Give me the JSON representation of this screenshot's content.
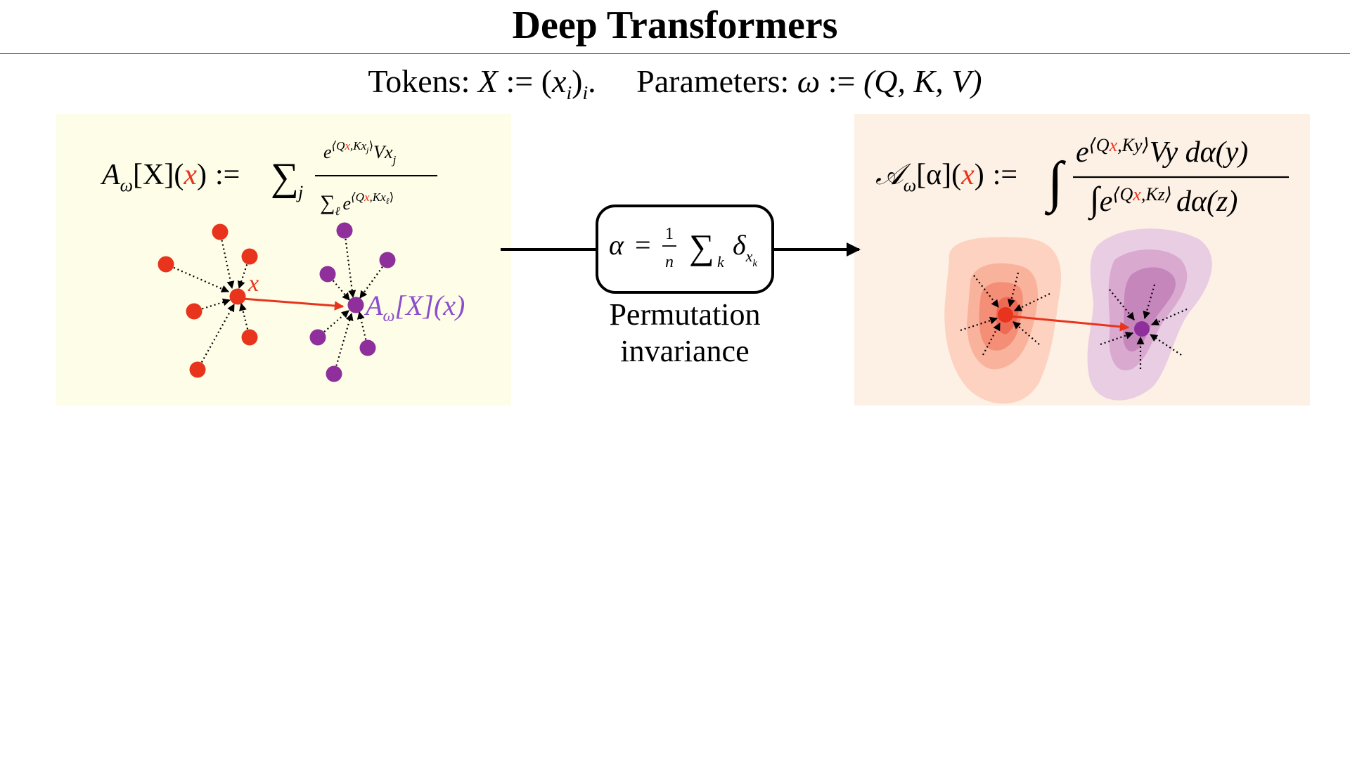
{
  "title": "Deep Transformers",
  "subtitle": {
    "tokens_label": "Tokens:",
    "tokens_X": "X",
    "assign": ":=",
    "tokens_open": "(",
    "tokens_x": "x",
    "tokens_sub_i": "i",
    "tokens_close": ")",
    "tokens_outer_i": "i",
    "tokens_end": ".",
    "params_label": "Parameters:",
    "params_omega": "ω",
    "params_assign": ":=",
    "params_tuple": "(Q, K, V)"
  },
  "left_formula": {
    "A": "A",
    "sub_omega": "ω",
    "bracket": "[X](",
    "x_red": "x",
    "close": ")",
    "assign": ":=",
    "sum": "∑",
    "sum_index": "j",
    "num_e": "e",
    "num_open": "⟨Q",
    "num_x": "x",
    "num_mid": ",Kx",
    "num_sub_j": "j",
    "num_close": "⟩",
    "num_V": "Vx",
    "num_V_sub": "j",
    "den_sum": "∑",
    "den_index": "ℓ",
    "den_e": "e",
    "den_open": "⟨Q",
    "den_x": "x",
    "den_mid": ",Kx",
    "den_sub": "ℓ",
    "den_close": "⟩"
  },
  "left_diagram": {
    "x_label": "x",
    "out_A": "A",
    "out_sub": "ω",
    "out_rest": "[X](x)"
  },
  "center": {
    "alpha": "α",
    "eq": "=",
    "frac_num": "1",
    "frac_den": "n",
    "sum": "∑",
    "sum_index": "k",
    "delta": "δ",
    "delta_sub": "x",
    "delta_subsub": "k",
    "caption_line1": "Permutation",
    "caption_line2": "invariance"
  },
  "right_formula": {
    "A": "𝒜",
    "sub_omega": "ω",
    "bracket": "[α](",
    "x_red": "x",
    "close": ")",
    "assign": ":=",
    "integral": "∫",
    "num_e": "e",
    "num_open": "⟨Q",
    "num_x": "x",
    "num_close": ",Ky⟩",
    "num_rest": "Vy dα(y)",
    "den_integral": "∫",
    "den_e": "e",
    "den_open": "⟨Q",
    "den_x": "x",
    "den_close": ",Kz⟩",
    "den_rest": "dα(z)"
  },
  "colors": {
    "red": "#e8341c",
    "purple": "#8e2f9b",
    "violet_text": "#8c4ecc",
    "left_panel_bg": "#fdfde8",
    "right_panel_bg": "#fdf0e4"
  }
}
